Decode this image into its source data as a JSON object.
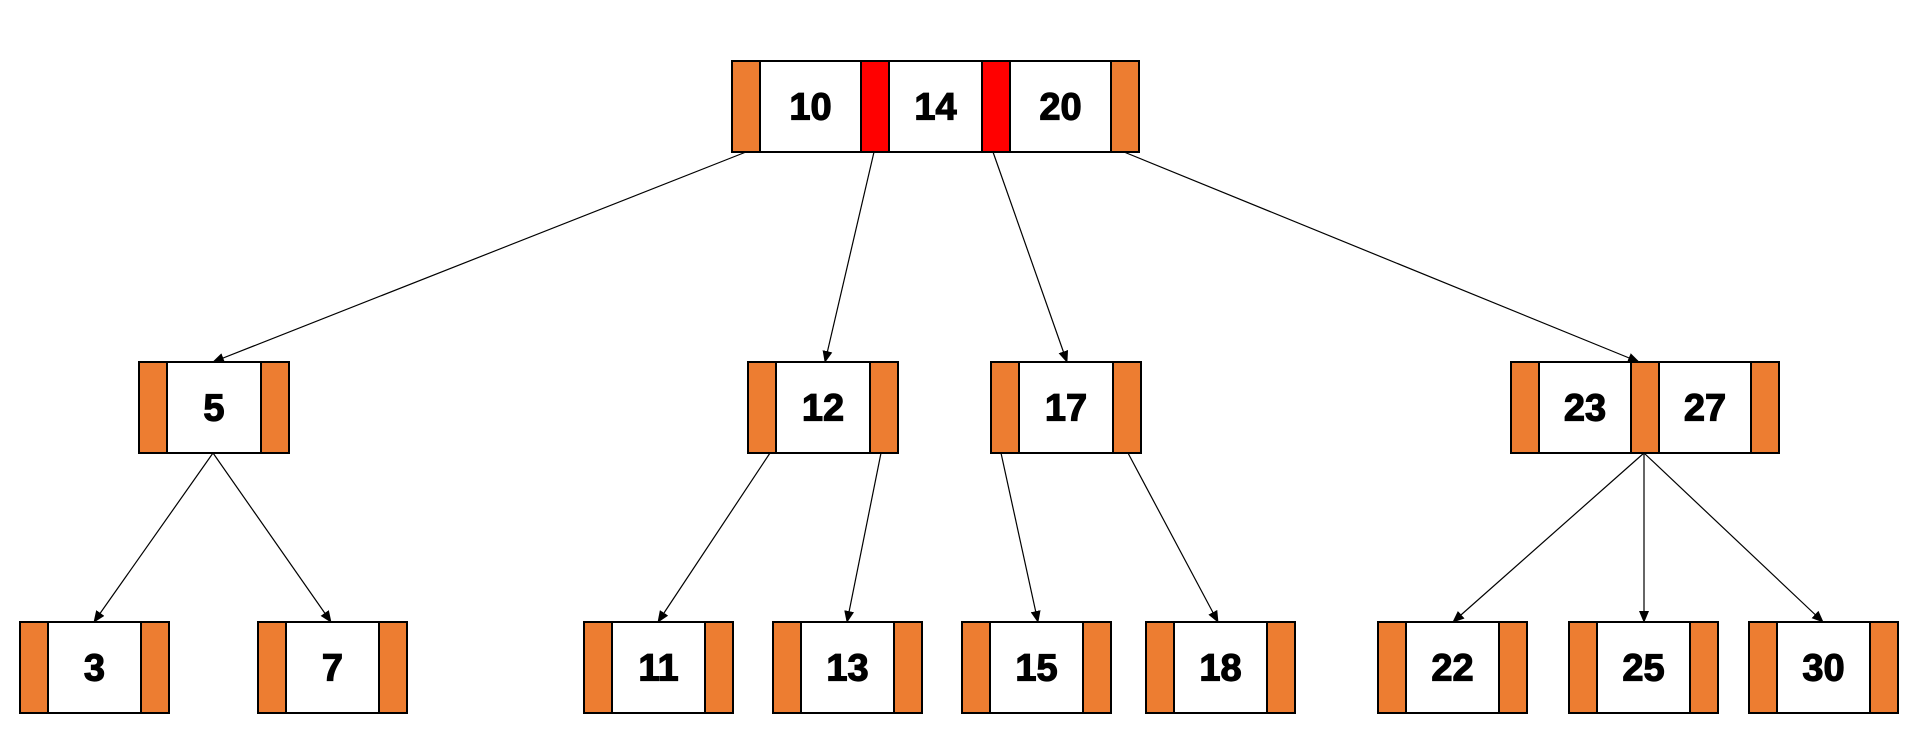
{
  "colors": {
    "pointer": "#ED7D31",
    "pointer_highlight": "#FF0000",
    "key_fill": "#FFFFFF",
    "border": "#000000"
  },
  "nodes": {
    "root": {
      "keys": [
        "10",
        "14",
        "20"
      ],
      "highlighted_pointers": [
        1,
        2
      ]
    },
    "n5": {
      "keys": [
        "5"
      ]
    },
    "n12": {
      "keys": [
        "12"
      ]
    },
    "n17": {
      "keys": [
        "17"
      ]
    },
    "n23_27": {
      "keys": [
        "23",
        "27"
      ]
    },
    "n3": {
      "keys": [
        "3"
      ]
    },
    "n7": {
      "keys": [
        "7"
      ]
    },
    "n11": {
      "keys": [
        "11"
      ]
    },
    "n13": {
      "keys": [
        "13"
      ]
    },
    "n15": {
      "keys": [
        "15"
      ]
    },
    "n18": {
      "keys": [
        "18"
      ]
    },
    "n22": {
      "keys": [
        "22"
      ]
    },
    "n25": {
      "keys": [
        "25"
      ]
    },
    "n30": {
      "keys": [
        "30"
      ]
    }
  },
  "edges": [
    {
      "from": "root",
      "to": "n5"
    },
    {
      "from": "root",
      "to": "n12"
    },
    {
      "from": "root",
      "to": "n17"
    },
    {
      "from": "root",
      "to": "n23_27"
    },
    {
      "from": "n5",
      "to": "n3"
    },
    {
      "from": "n5",
      "to": "n7"
    },
    {
      "from": "n12",
      "to": "n11"
    },
    {
      "from": "n12",
      "to": "n13"
    },
    {
      "from": "n17",
      "to": "n15"
    },
    {
      "from": "n17",
      "to": "n18"
    },
    {
      "from": "n23_27",
      "to": "n22"
    },
    {
      "from": "n23_27",
      "to": "n25"
    },
    {
      "from": "n23_27",
      "to": "n30"
    }
  ]
}
